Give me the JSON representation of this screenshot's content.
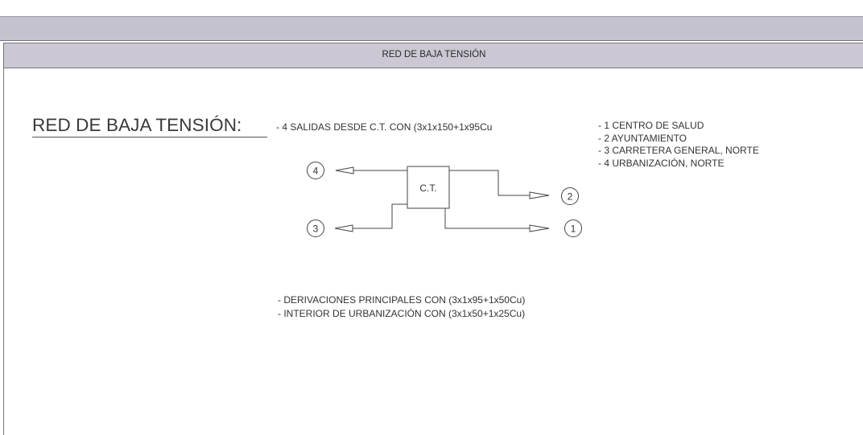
{
  "header": {
    "title": "RED DE BAJA TENSIÓN"
  },
  "section": {
    "heading": "RED DE BAJA TENSIÓN:",
    "feeds": "- 4 SALIDAS DESDE C.T. CON (3x1x150+1x95Cu"
  },
  "destinations": [
    "- 1 CENTRO DE SALUD",
    "- 2 AYUNTAMIENTO",
    "- 3 CARRETERA GENERAL, NORTE",
    "- 4 URBANIZACIÓN, NORTE"
  ],
  "diagram": {
    "ct_label": "C.T.",
    "nodes": [
      "1",
      "2",
      "3",
      "4"
    ]
  },
  "notes": [
    "-  DERIVACIONES PRINCIPALES CON (3x1x95+1x50Cu)",
    "-  INTERIOR DE URBANIZACIÓN CON (3x1x50+1x25Cu)"
  ]
}
